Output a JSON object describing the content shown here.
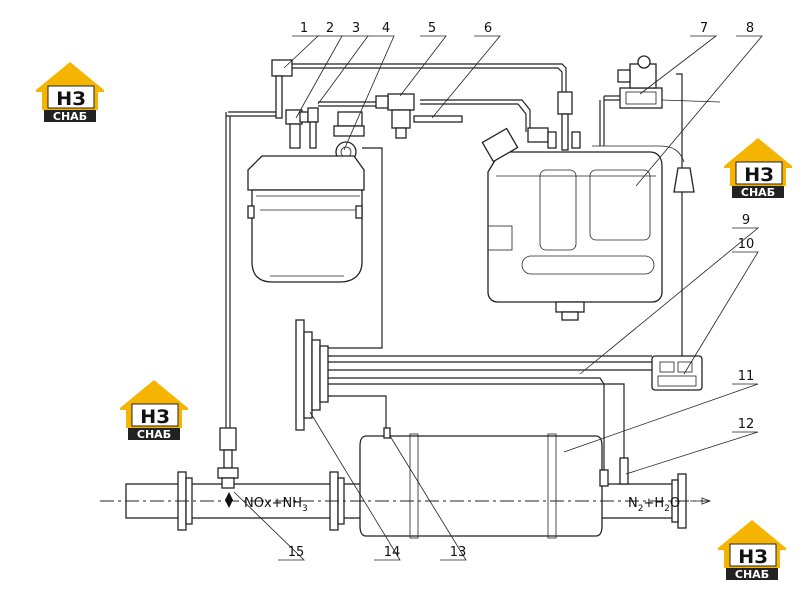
{
  "callouts": [
    "1",
    "2",
    "3",
    "4",
    "5",
    "6",
    "7",
    "8",
    "9",
    "10",
    "11",
    "12",
    "13",
    "14",
    "15"
  ],
  "flow_labels": {
    "inlet": "NOx+NH",
    "inlet_sub": "3",
    "outlet": "N",
    "outlet_sub1": "2",
    "outlet_mid": "+H",
    "outlet_sub2": "2",
    "outlet_end": "O"
  },
  "logo": {
    "letters": "НЗ",
    "subtitle": "СНАБ",
    "color": "#f5b400"
  }
}
